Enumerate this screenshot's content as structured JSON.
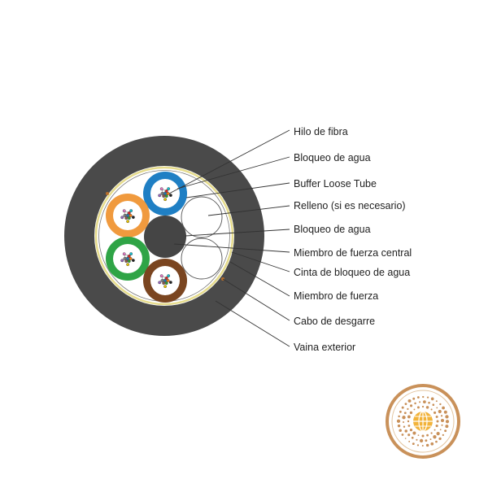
{
  "labels": [
    "Hilo de fibra",
    "Bloqueo de agua",
    "Buffer Loose Tube",
    "Relleno (si es necesario)",
    "Bloqueo de agua",
    "Miembro de fuerza central",
    "Cinta de bloqueo de agua",
    "Miembro de fuerza",
    "Cabo de desgarre",
    "Vaina exterior"
  ],
  "colors": {
    "sheath": "#4a4a4a",
    "tape": "#e6dc8c",
    "tube_blue": "#1f7fc4",
    "tube_orange": "#f09a3e",
    "tube_green": "#2fa446",
    "tube_brown": "#7a4520",
    "central_member": "#454545",
    "logo_gold": "#c9915a"
  },
  "icons": {
    "logo": "globe-emblem-icon"
  }
}
